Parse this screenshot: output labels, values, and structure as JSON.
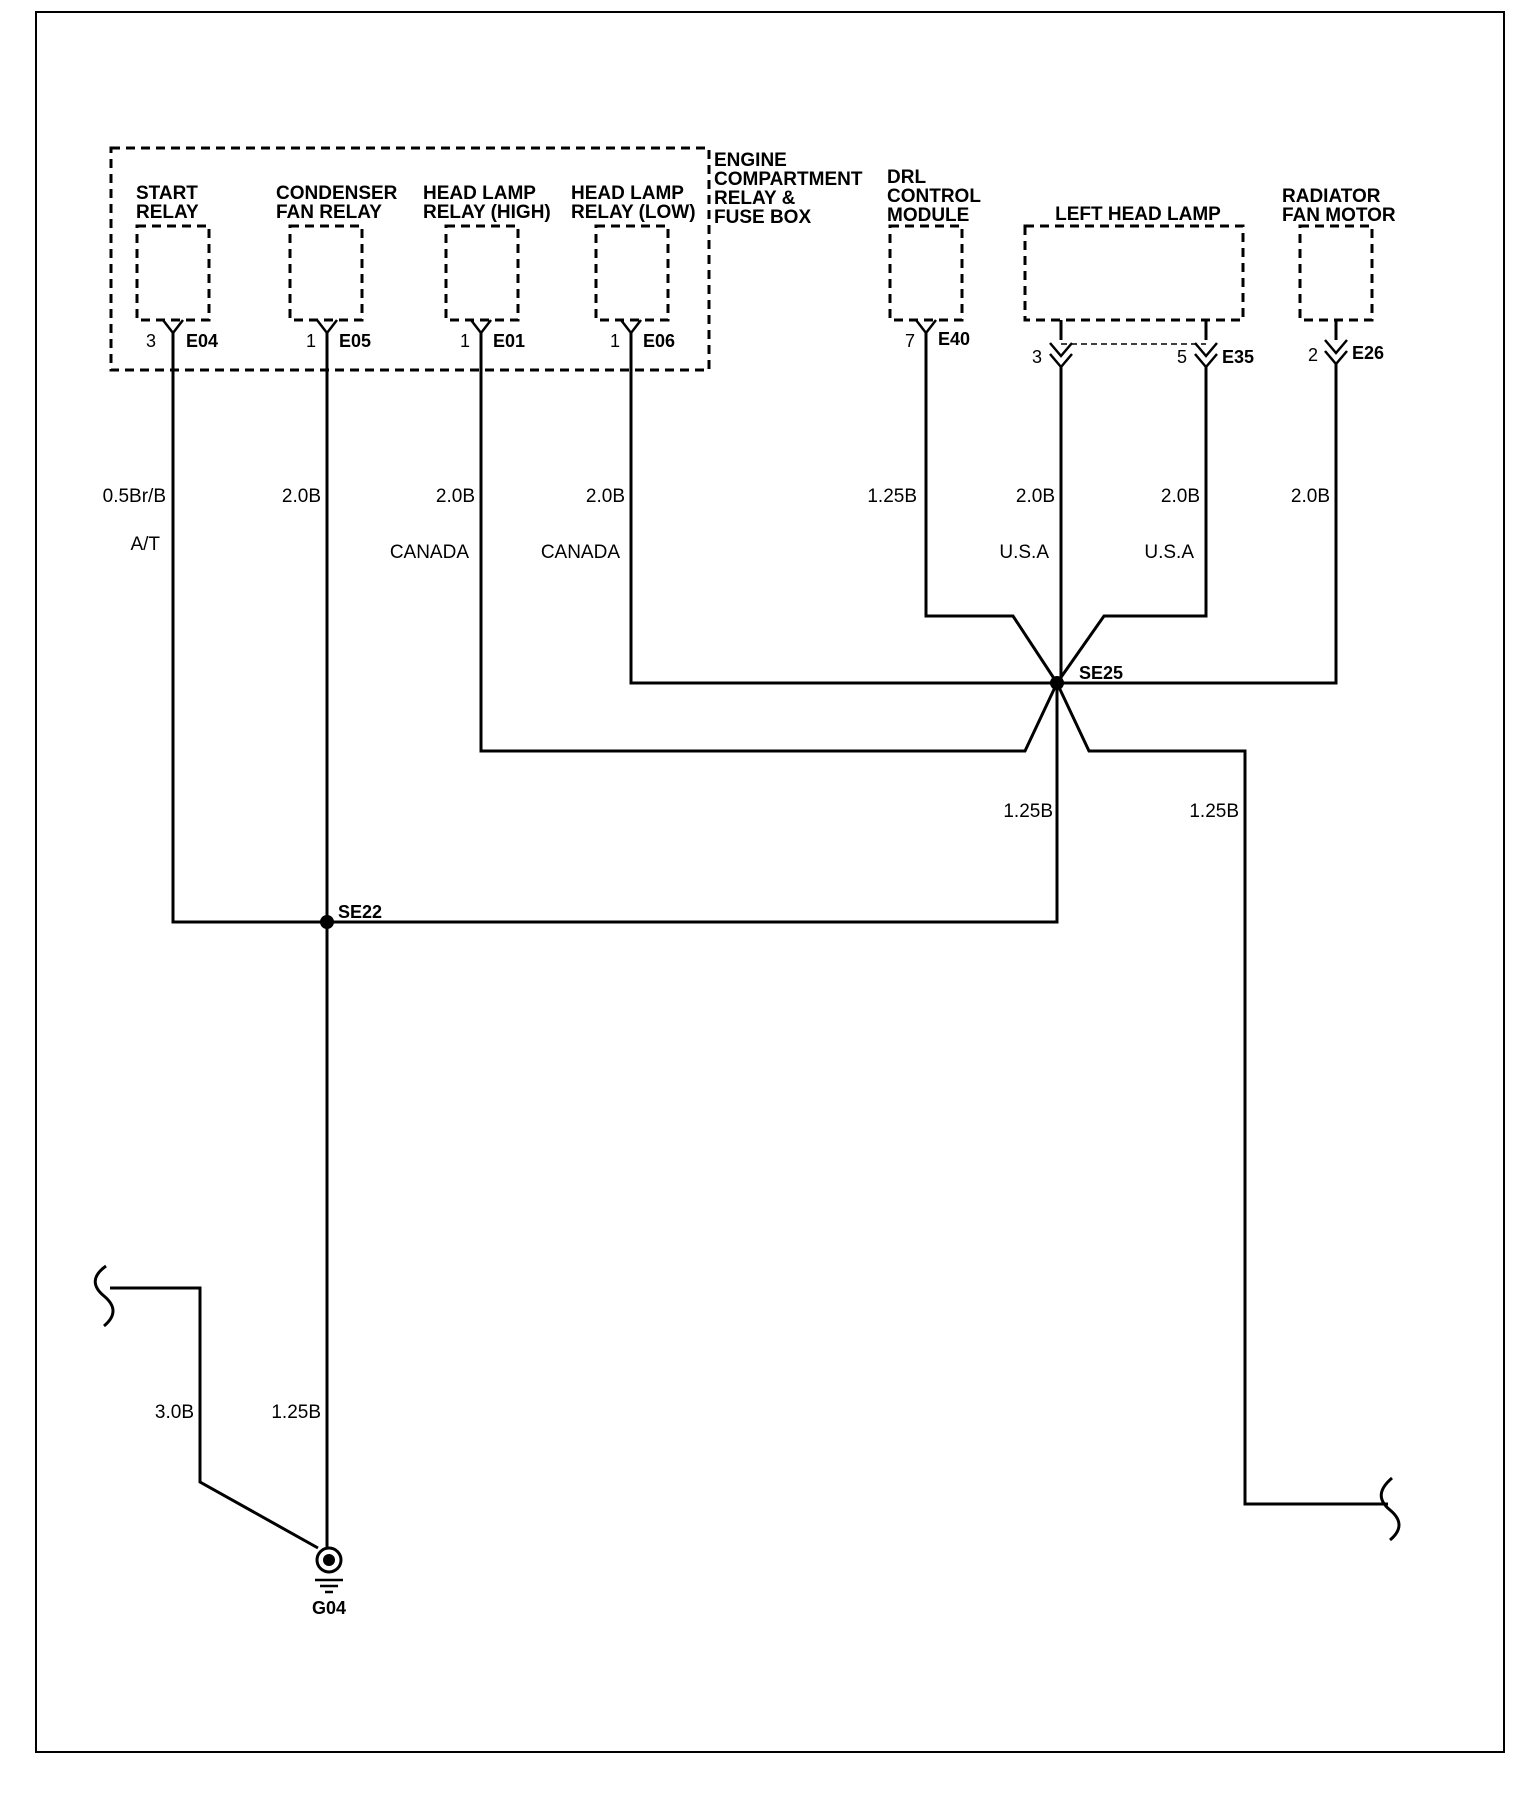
{
  "components": {
    "start_relay": {
      "line1": "START",
      "line2": "RELAY",
      "pin": "3",
      "connector": "E04"
    },
    "condenser_fan_relay": {
      "line1": "CONDENSER",
      "line2": "FAN RELAY",
      "pin": "1",
      "connector": "E05"
    },
    "head_lamp_relay_high": {
      "line1": "HEAD LAMP",
      "line2": "RELAY (HIGH)",
      "pin": "1",
      "connector": "E01"
    },
    "head_lamp_relay_low": {
      "line1": "HEAD LAMP",
      "line2": "RELAY (LOW)",
      "pin": "1",
      "connector": "E06"
    },
    "fuse_box": {
      "line1": "ENGINE",
      "line2": "COMPARTMENT",
      "line3": "RELAY &",
      "line4": "FUSE BOX"
    },
    "drl_module": {
      "line1": "DRL",
      "line2": "CONTROL",
      "line3": "MODULE",
      "pin": "7",
      "connector": "E40"
    },
    "left_head_lamp": {
      "title": "LEFT HEAD LAMP",
      "pin_a": "3",
      "pin_b": "5",
      "connector": "E35"
    },
    "radiator_fan_motor": {
      "line1": "RADIATOR",
      "line2": "FAN MOTOR",
      "pin": "2",
      "connector": "E26"
    }
  },
  "wires": {
    "start": {
      "gauge": "0.5Br/B",
      "note": "A/T"
    },
    "condenser": {
      "gauge": "2.0B"
    },
    "high": {
      "gauge": "2.0B",
      "note": "CANADA"
    },
    "low": {
      "gauge": "2.0B",
      "note": "CANADA"
    },
    "drl": {
      "gauge": "1.25B"
    },
    "lamp3": {
      "gauge": "2.0B",
      "note": "U.S.A"
    },
    "lamp5": {
      "gauge": "2.0B",
      "note": "U.S.A"
    },
    "radiator": {
      "gauge": "2.0B"
    },
    "se25_down": {
      "gauge": "1.25B"
    },
    "se25_right": {
      "gauge": "1.25B"
    },
    "ground_left": {
      "gauge": "3.0B"
    },
    "ground_main": {
      "gauge": "1.25B"
    }
  },
  "splices": {
    "se25": "SE25",
    "se22": "SE22"
  },
  "ground": {
    "label": "G04"
  }
}
